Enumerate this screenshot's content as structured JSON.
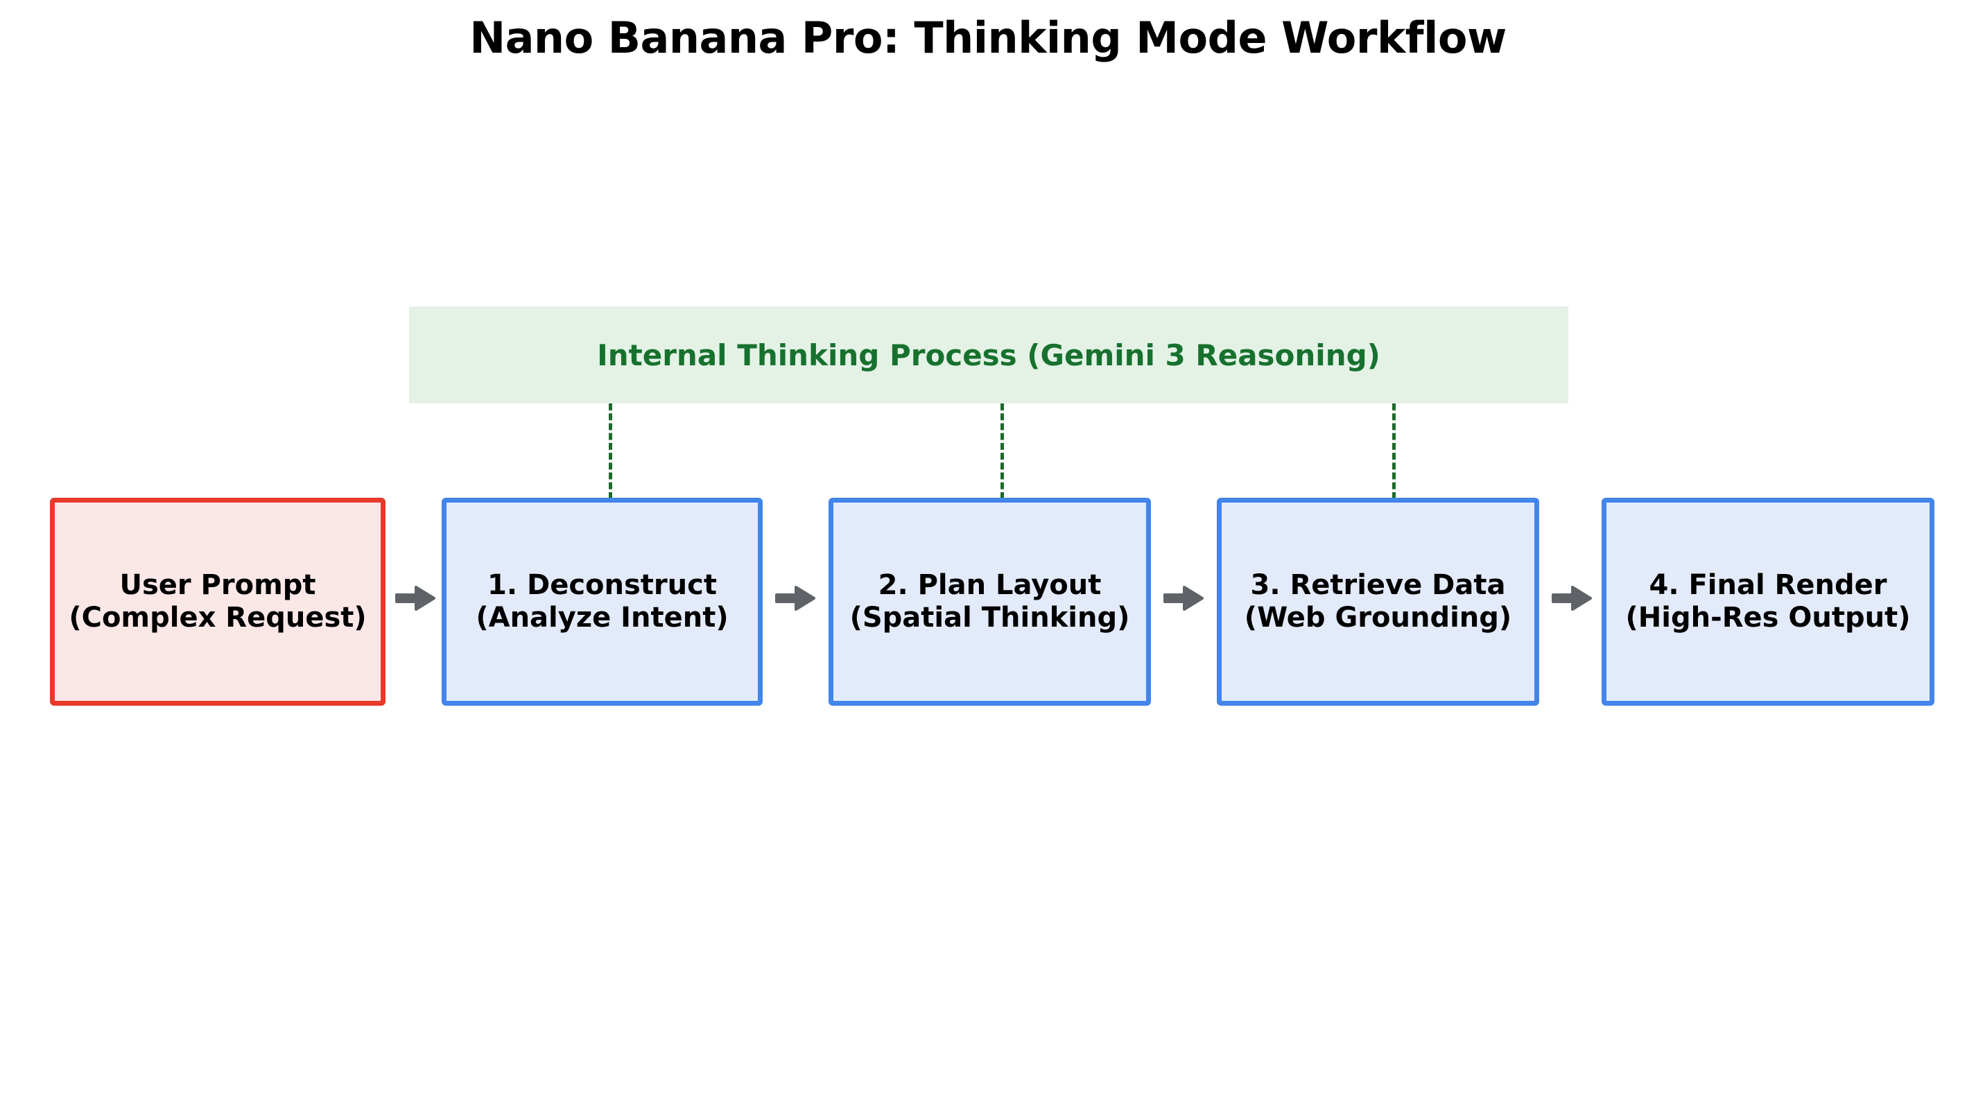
{
  "title": "Nano Banana Pro: Thinking Mode Workflow",
  "thinking_banner": {
    "label": "Internal Thinking Process (Gemini 3 Reasoning)",
    "fill_color": "#e4f2e6",
    "text_color": "#17712e"
  },
  "connectors": {
    "style": "dashed",
    "color": "#1d6b2c",
    "targets": [
      "1. Deconstruct",
      "2. Plan Layout",
      "3. Retrieve Data"
    ]
  },
  "arrows": {
    "color": "#5f6368",
    "icon": "arrow-right-icon",
    "count": 4
  },
  "nodes": [
    {
      "id": "user-prompt",
      "line1": "User Prompt",
      "line2": "(Complex Request)",
      "kind": "input",
      "fill_color": "#fce7e7",
      "border_color": "#e8392a"
    },
    {
      "id": "deconstruct",
      "line1": "1. Deconstruct",
      "line2": "(Analyze Intent)",
      "kind": "step",
      "fill_color": "#e3ebfb",
      "border_color": "#4285ec"
    },
    {
      "id": "plan-layout",
      "line1": "2. Plan Layout",
      "line2": "(Spatial Thinking)",
      "kind": "step",
      "fill_color": "#e3ebfb",
      "border_color": "#4285ec"
    },
    {
      "id": "retrieve-data",
      "line1": "3. Retrieve Data",
      "line2": "(Web Grounding)",
      "kind": "step",
      "fill_color": "#e3ebfb",
      "border_color": "#4285ec"
    },
    {
      "id": "final-render",
      "line1": "4. Final Render",
      "line2": "(High-Res Output)",
      "kind": "step",
      "fill_color": "#e3ebfb",
      "border_color": "#4285ec"
    }
  ]
}
